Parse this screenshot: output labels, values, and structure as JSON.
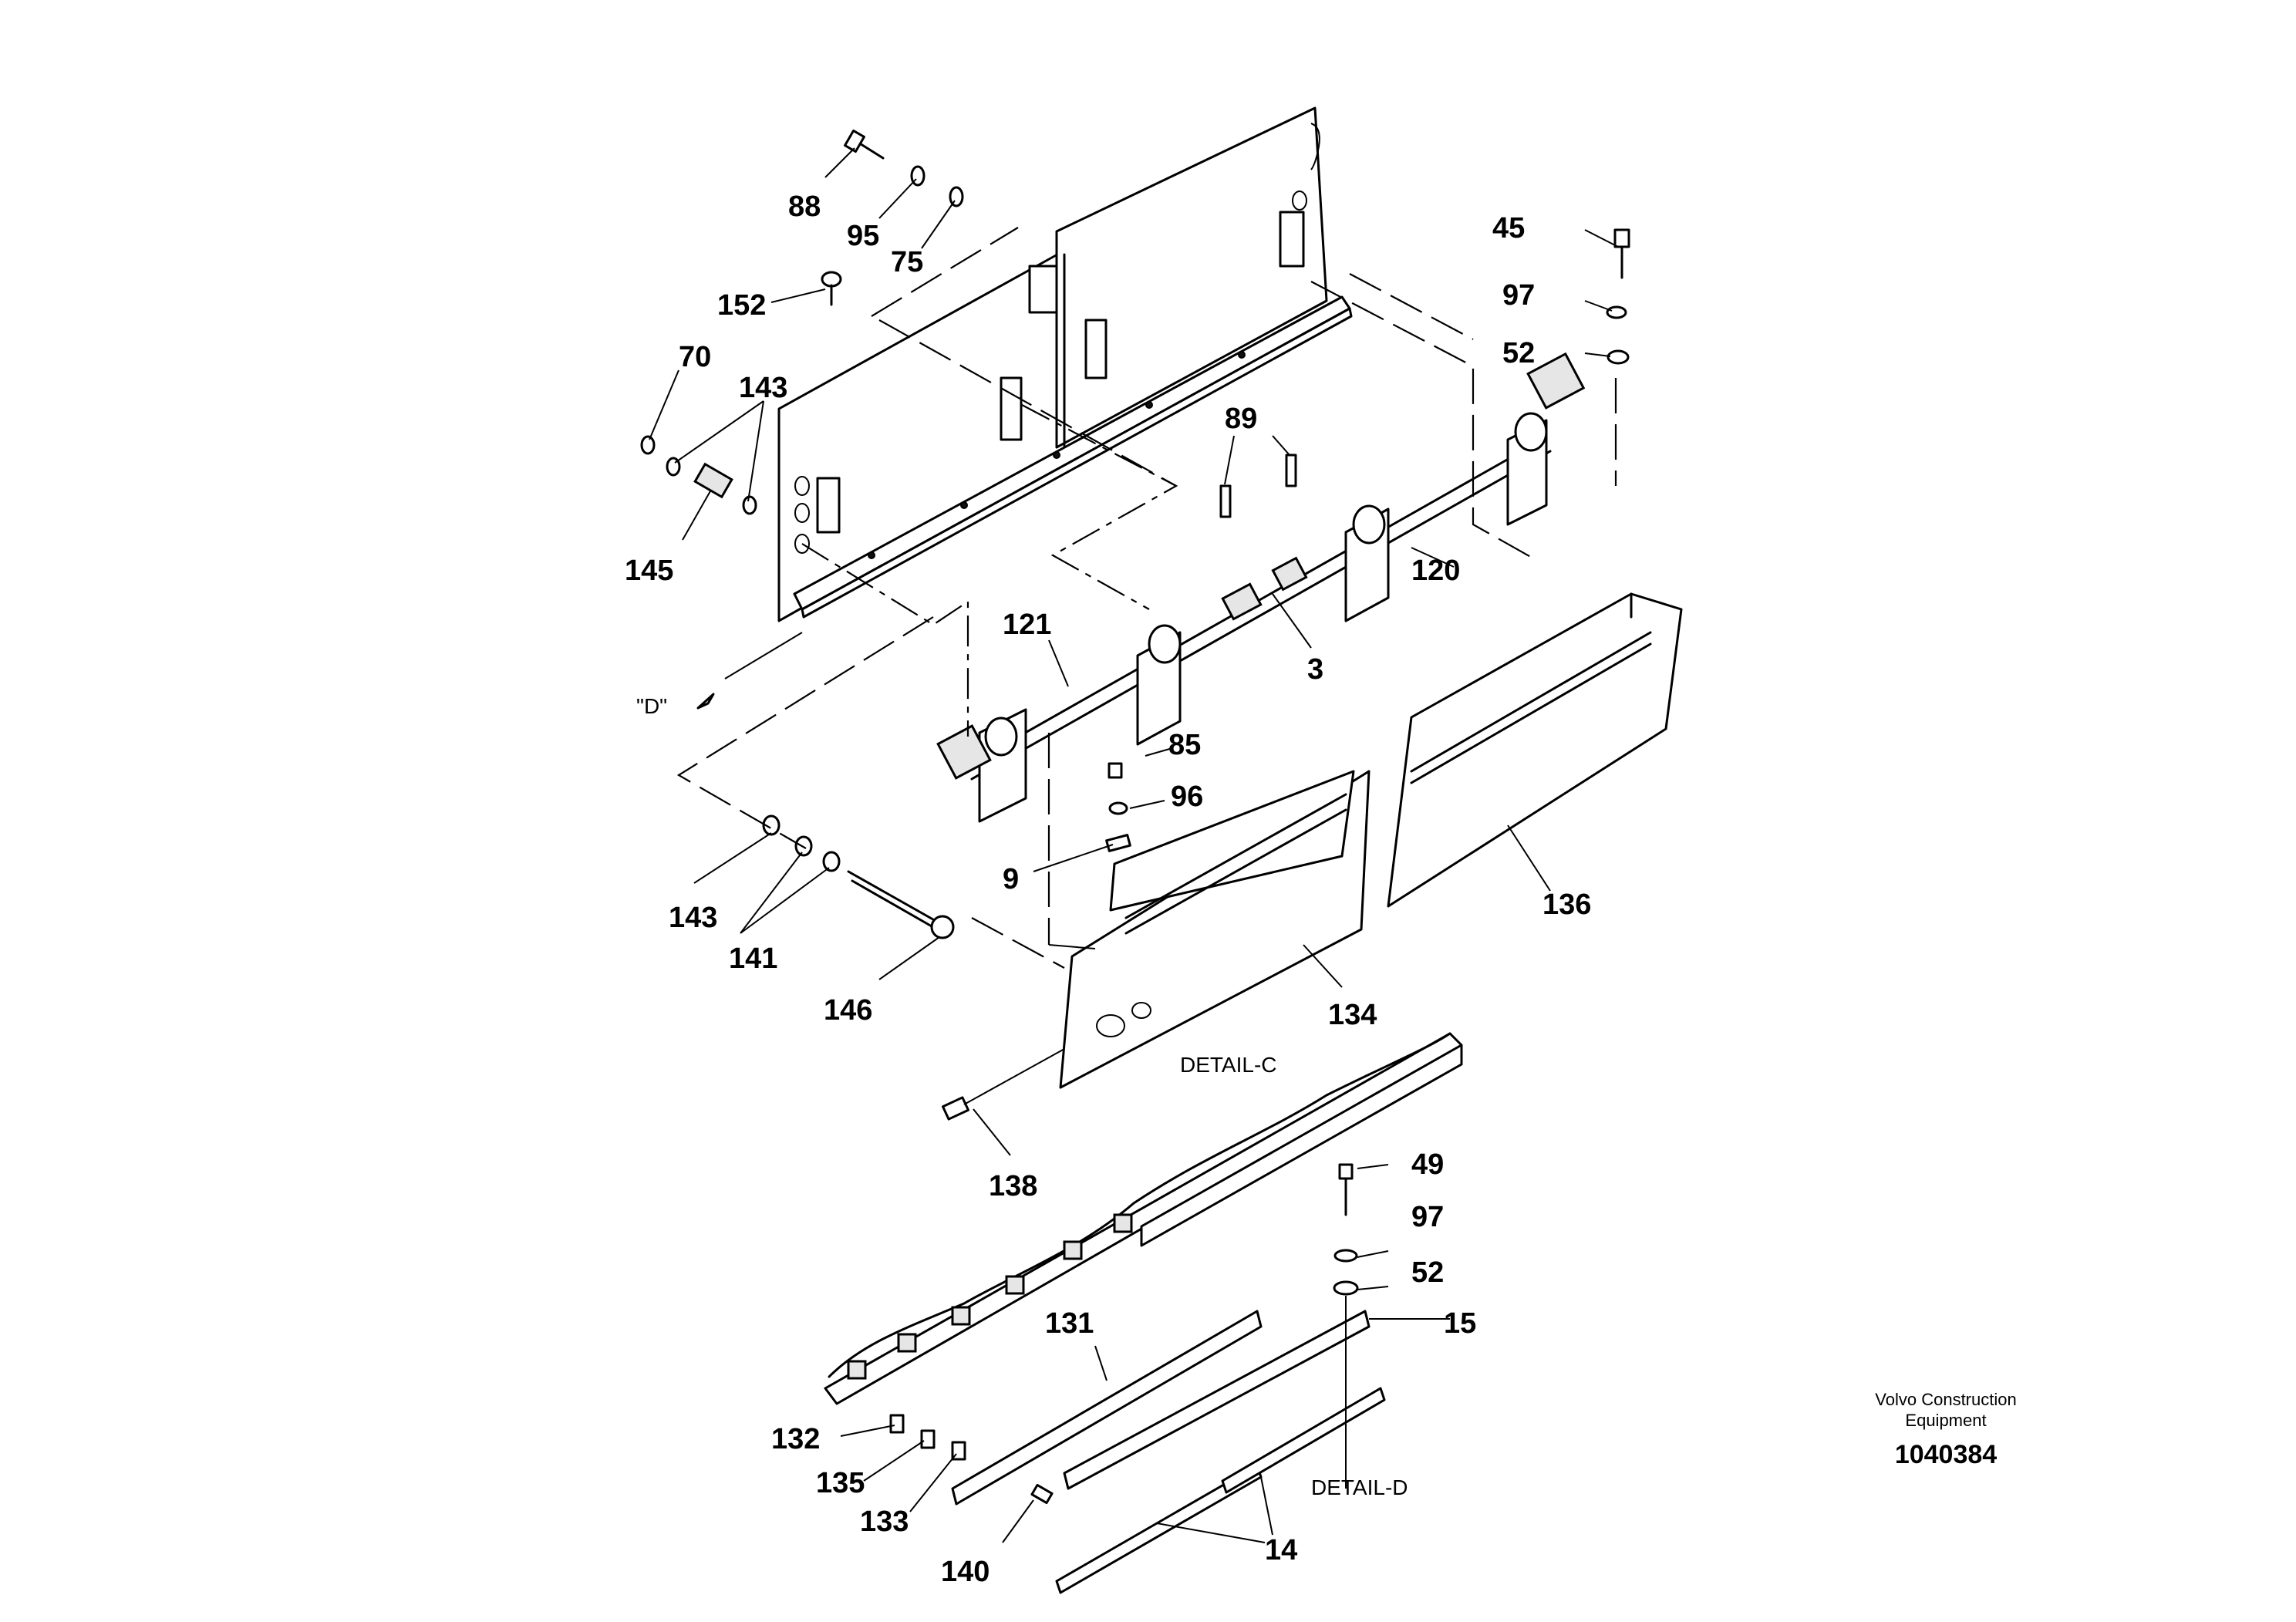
{
  "callouts": [
    "88",
    "95",
    "75",
    "152",
    "70",
    "143",
    "145",
    "45",
    "97",
    "52",
    "89",
    "120",
    "121",
    "3",
    "85",
    "96",
    "9",
    "143",
    "141",
    "146",
    "136",
    "134",
    "138",
    "49",
    "97",
    "52",
    "15",
    "131",
    "132",
    "135",
    "133",
    "140",
    "14"
  ],
  "captions": {
    "view_d": "\"D\"",
    "detail_c": "DETAIL-C",
    "detail_d": "DETAIL-D"
  },
  "brand": {
    "line1": "Volvo Construction",
    "line2": "Equipment",
    "ref": "1040384"
  }
}
